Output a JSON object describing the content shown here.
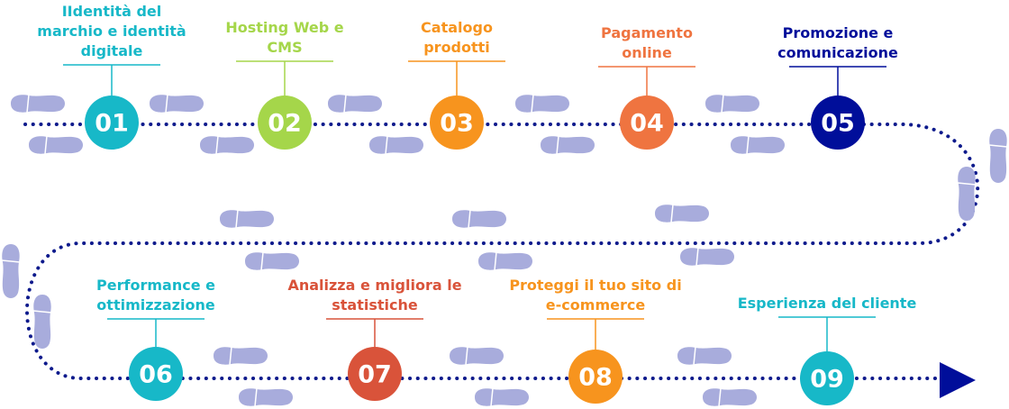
{
  "steps": [
    {
      "number": "01",
      "label_lines": [
        "IIdentità del",
        "marchio e identità",
        "digitale"
      ],
      "color": "#17b8c8"
    },
    {
      "number": "02",
      "label_lines": [
        "Hosting Web e",
        "CMS"
      ],
      "color": "#a5d64a"
    },
    {
      "number": "03",
      "label_lines": [
        "Catalogo",
        "prodotti"
      ],
      "color": "#f7941e"
    },
    {
      "number": "04",
      "label_lines": [
        "Pagamento",
        "online"
      ],
      "color": "#ef7440"
    },
    {
      "number": "05",
      "label_lines": [
        "Promozione e",
        "comunicazione"
      ],
      "color": "#000e9a"
    },
    {
      "number": "06",
      "label_lines": [
        "Performance e",
        "ottimizzazione"
      ],
      "color": "#17b8c8"
    },
    {
      "number": "07",
      "label_lines": [
        "Analizza e migliora le",
        "statistiche"
      ],
      "color": "#d9533a"
    },
    {
      "number": "08",
      "label_lines": [
        "Proteggi il tuo sito di",
        "e-commerce"
      ],
      "color": "#f7941e"
    },
    {
      "number": "09",
      "label_lines": [
        "Esperienza del cliente"
      ],
      "color": "#17b8c8"
    }
  ],
  "colors": {
    "path": "#0d1a8c",
    "footprint": "#a8acdc",
    "arrow": "#000e9a"
  },
  "icons": {
    "footprint": "footprint-icon",
    "arrow": "arrow-head-icon"
  }
}
